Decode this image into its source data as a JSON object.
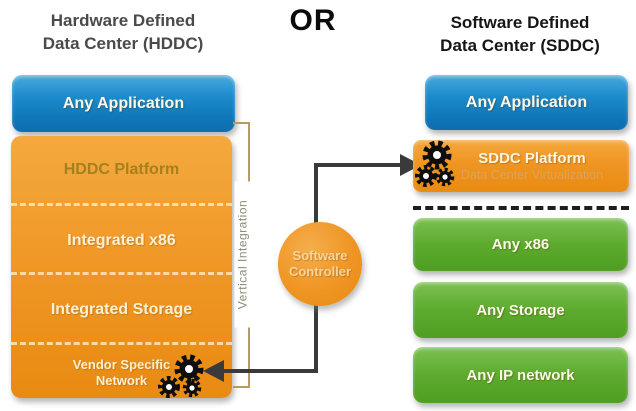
{
  "middle": {
    "or_label": "OR",
    "software_controller_line1": "Software",
    "software_controller_line2": "Controller",
    "vertical_integration_label": "Vertical Integration"
  },
  "hddc": {
    "title_line1": "Hardware Defined",
    "title_line2": "Data Center (HDDC)",
    "any_application": "Any Application",
    "platform": "HDDC Platform",
    "integrated_x86": "Integrated x86",
    "integrated_storage": "Integrated Storage",
    "vendor_network_line1": "Vendor Specific",
    "vendor_network_line2": "Network"
  },
  "sddc": {
    "title_line1": "Software Defined",
    "title_line2": "Data Center (SDDC)",
    "any_application": "Any Application",
    "platform": "SDDC Platform",
    "platform_subtitle": "Data Center Virtualization",
    "any_x86": "Any x86",
    "any_storage": "Any Storage",
    "any_ip_network": "Any IP network"
  },
  "icons": {
    "gear": "gear-icon"
  },
  "colors": {
    "blue_box": "#1d8bcb",
    "orange_box": "#ef9523",
    "green_box": "#5dab2e",
    "controller_circle": "#ef9523",
    "bracket_tan": "#b49d5e",
    "arrow_dark": "#3a3a3a",
    "cream_dashes": "#f6e0b0",
    "black_dashes": "#1e1e1e",
    "hddc_platform_text": "#a5811e",
    "platform_subtitle_text": "#dda355",
    "vertical_integration_text": "#8e8b77",
    "hddc_title_text": "#4a4a4a",
    "sddc_title_text": "#161616"
  }
}
